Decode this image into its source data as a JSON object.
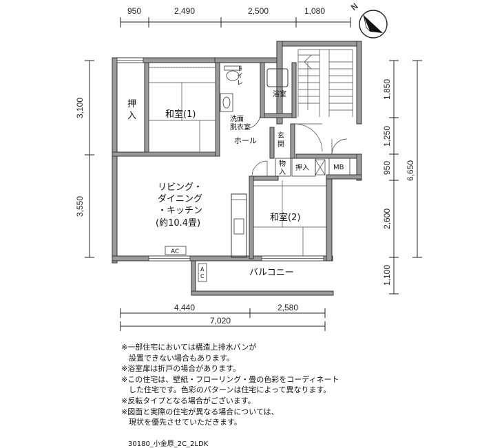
{
  "dims_top": [
    "950",
    "2,490",
    "2,500",
    "1,080"
  ],
  "dims_left": [
    "3,100",
    "3,550"
  ],
  "dims_right_inner": [
    "1,850",
    "1,250",
    "950",
    "2,600",
    "1,100"
  ],
  "dims_right_outer": "6,650",
  "dims_bottom": [
    "4,440",
    "2,580"
  ],
  "dims_bottom_total": "7,020",
  "compass": "N",
  "rooms": {
    "oshiire1": "押入",
    "washitsu1": "和室(1)",
    "toilet": "トイレ",
    "bath": "浴室",
    "washroom_1": "洗面",
    "washroom_2": "脱衣室",
    "hall": "ホール",
    "genkan": "玄関",
    "storage": "物入",
    "oshiire2": "押入",
    "mb": "MB",
    "ldk_1": "リビング・",
    "ldk_2": "ダイニング",
    "ldk_3": "・キッチン",
    "ldk_4": "(約10.4畳)",
    "washitsu2": "和室(2)",
    "ac1": "AC",
    "ac2": "AC",
    "balcony": "バルコニー"
  },
  "notes": [
    "※一部住宅においては構造上排水パンが",
    "設置できない場合もあります。",
    "※浴室扉は折戸の場合があります。",
    "※この住宅は、壁紙・フローリング・畳の色彩をコーディネート",
    "した住宅です。色彩のパターンは住宅によって異なります。",
    "※反転タイプとなる場合がございます。",
    "※図面と実際の住宅が異なる場合については、",
    "現状を優先させていただきます。"
  ],
  "plan_code": "30180_小金原_2C_2LDK"
}
